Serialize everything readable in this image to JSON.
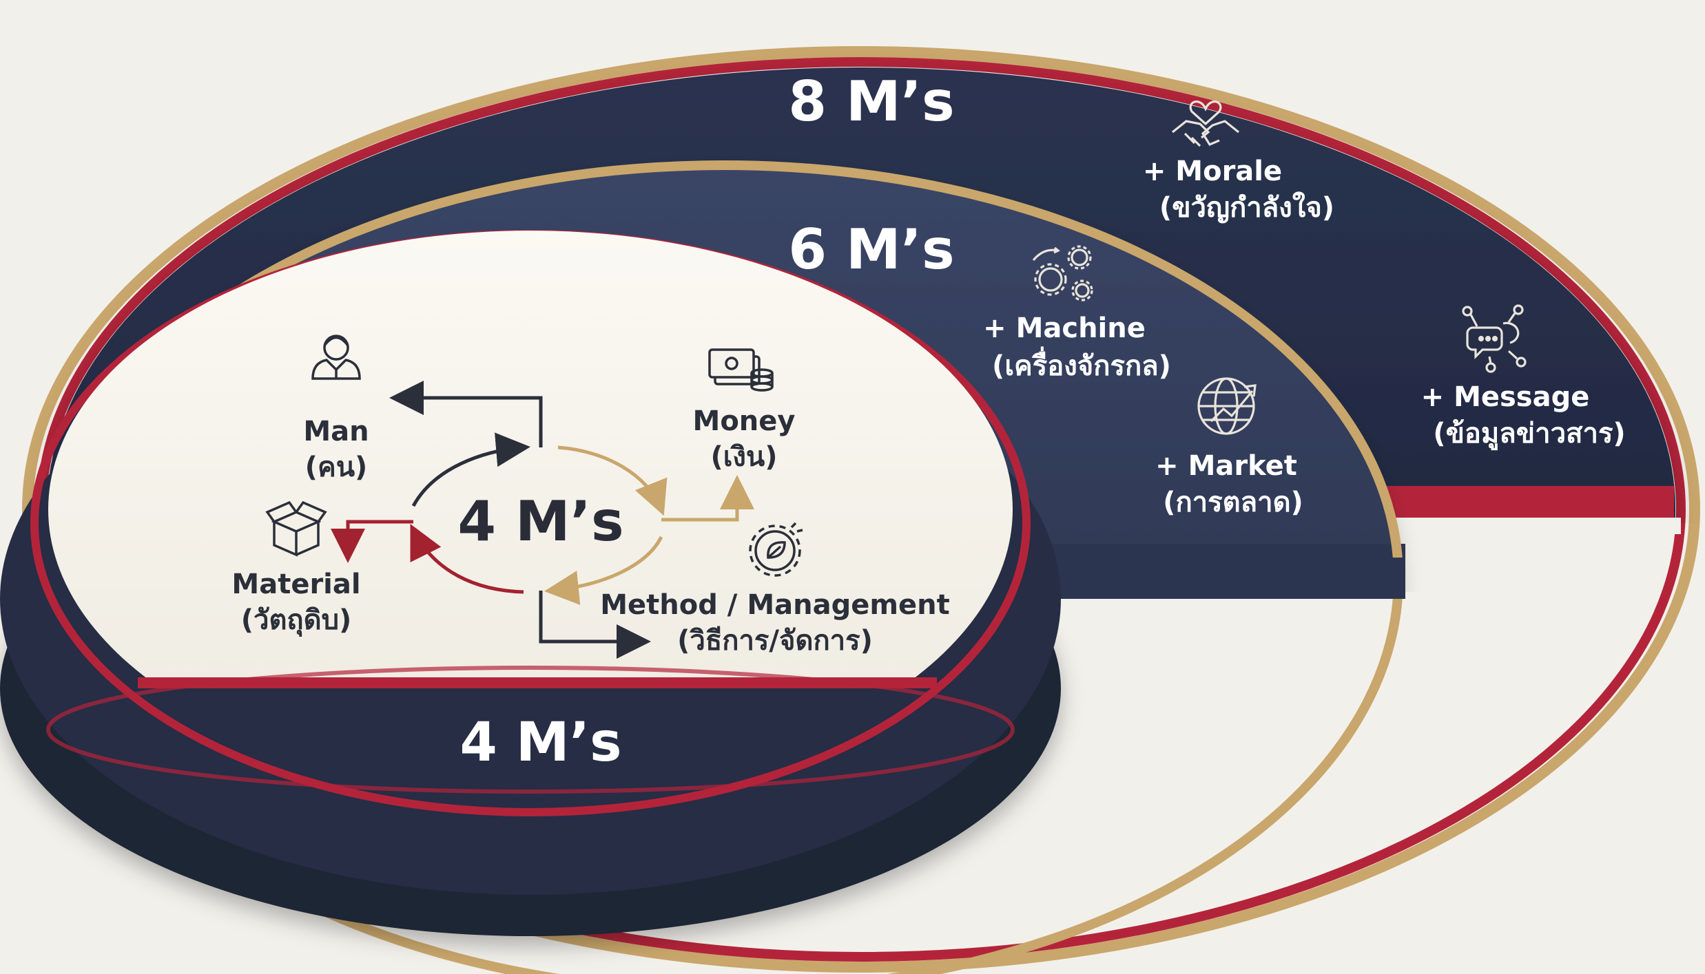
{
  "colors": {
    "background": "#f2f0eb",
    "navy": "#1f2536",
    "navy_mid": "#2c3550",
    "crimson": "#b3243a",
    "gold": "#c9a66b",
    "cream": "#f6f3ec",
    "arrow_dark": "#2b2f3a",
    "arrow_gold": "#c9a66b",
    "arrow_red": "#a3222f"
  },
  "rings": {
    "outer": {
      "title": "8 M’s"
    },
    "middle": {
      "title": "6 M’s"
    },
    "inner": {
      "title": "4 M’s",
      "center_title": "4 M’s"
    }
  },
  "inner_items": [
    {
      "id": "man",
      "label": "Man",
      "label_th": "(คน)",
      "icon": "person-icon"
    },
    {
      "id": "money",
      "label": "Money",
      "label_th": "(เงิน)",
      "icon": "money-icon"
    },
    {
      "id": "material",
      "label": "Material",
      "label_th": "(วัตถุดิบ)",
      "icon": "box-icon"
    },
    {
      "id": "method",
      "label": "Method / Management",
      "label_th": "(วิธีการ/จัดการ)",
      "icon": "gear-leaf-icon"
    }
  ],
  "six_items": [
    {
      "id": "machine",
      "label": "+ Machine",
      "label_th": "(เครื่องจักรกล)",
      "icon": "gears-icon"
    },
    {
      "id": "market",
      "label": "+ Market",
      "label_th": "(การตลาด)",
      "icon": "globe-growth-icon"
    }
  ],
  "eight_items": [
    {
      "id": "morale",
      "label": "+ Morale",
      "label_th": "(ขวัญกำลังใจ)",
      "icon": "handshake-heart-icon"
    },
    {
      "id": "message",
      "label": "+ Message",
      "label_th": "(ข้อมูลข่าวสาร)",
      "icon": "chat-network-icon"
    }
  ]
}
